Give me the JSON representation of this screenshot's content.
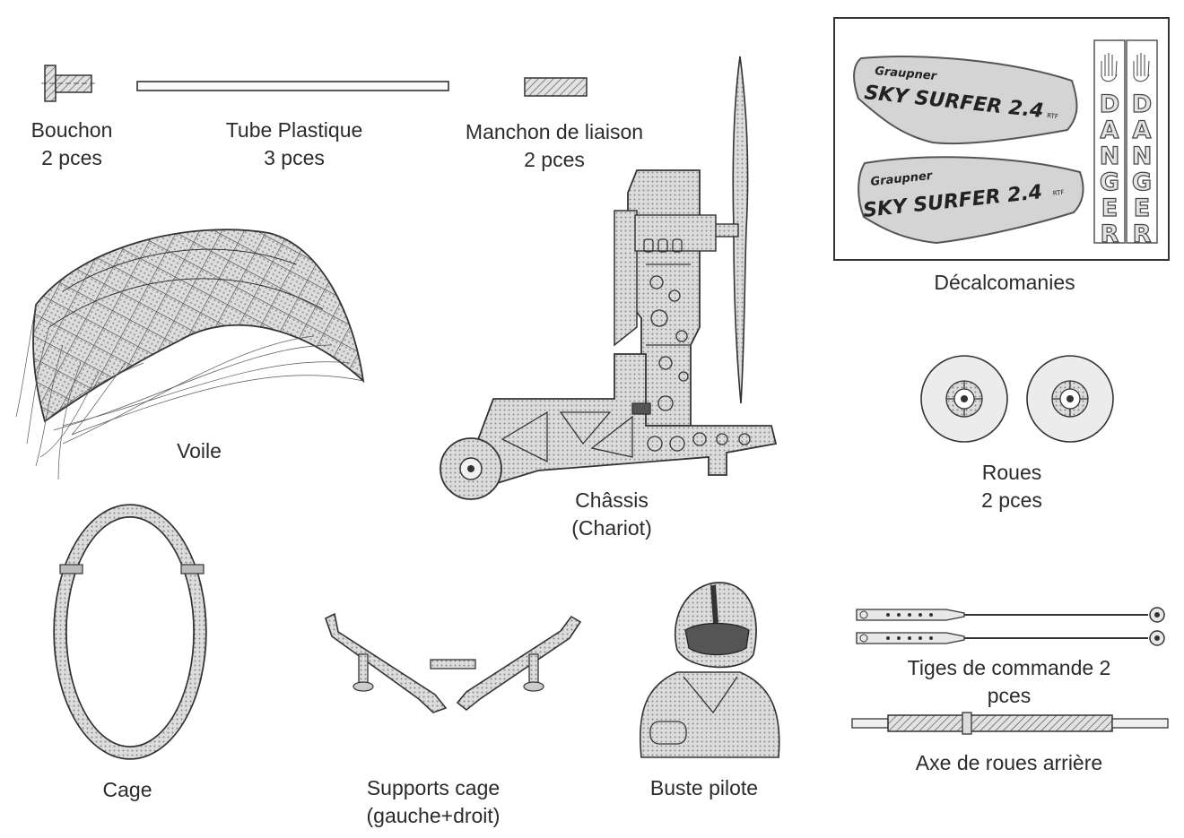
{
  "parts": {
    "bouchon": {
      "line1": "Bouchon",
      "line2": "2 pces"
    },
    "tube": {
      "line1": "Tube Plastique",
      "line2": "3 pces"
    },
    "manchon": {
      "line1": "Manchon de liaison",
      "line2": "2 pces"
    },
    "voile": {
      "line1": "Voile"
    },
    "chassis": {
      "line1": "Châssis",
      "line2": "(Chariot)"
    },
    "decals": {
      "line1": "Décalcomanies"
    },
    "roues": {
      "line1": "Roues",
      "line2": "2 pces"
    },
    "cage": {
      "line1": "Cage"
    },
    "supports": {
      "line1": "Supports cage",
      "line2": "(gauche+droit)"
    },
    "buste": {
      "line1": "Buste pilote"
    },
    "tiges": {
      "line1": "Tiges de commande 2",
      "line2": "pces"
    },
    "axe": {
      "line1": "Axe de roues arrière"
    }
  },
  "decal_text": {
    "brand": "Graupner",
    "product": "SKY SURFER 2.4",
    "suffix": "RTF",
    "danger_letters": [
      "D",
      "A",
      "N",
      "G",
      "E",
      "R"
    ]
  },
  "colors": {
    "line": "#333333",
    "fill": "#cfcfcf",
    "light_fill": "#e6e6e6"
  }
}
